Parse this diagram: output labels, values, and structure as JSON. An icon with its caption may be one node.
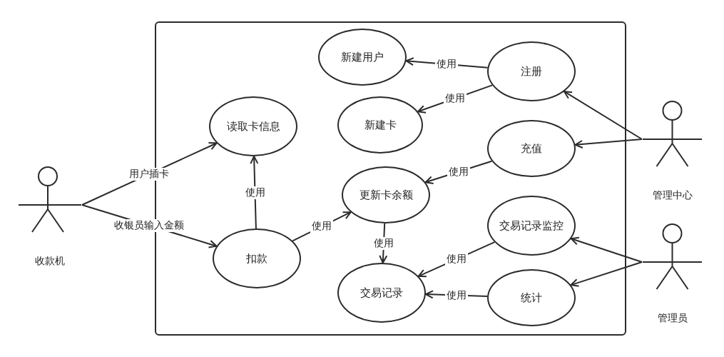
{
  "diagram": {
    "nodes": [
      {
        "text": [],
        "shape": "box"
      },
      {
        "text": [
          "收款机"
        ]
      },
      {
        "text": [
          "新建用户"
        ],
        "in": 0
      },
      {
        "text": [
          "注册"
        ],
        "in": 0
      },
      {
        "text": [
          "读取卡信息"
        ],
        "in": 0
      },
      {
        "text": [
          "新建卡"
        ],
        "in": 0
      },
      {
        "text": [
          "充值"
        ],
        "in": 0
      },
      {
        "text": [
          "更新卡余额"
        ],
        "in": 0
      },
      {
        "text": [
          "扣款"
        ],
        "in": 0
      },
      {
        "text": [
          "交易记录监控"
        ],
        "in": 0
      },
      {
        "text": [
          "交易记录"
        ],
        "in": 0
      },
      {
        "text": [
          "统计"
        ],
        "in": 0
      },
      {
        "text": [
          "管理中心"
        ]
      },
      {
        "text": [
          "管理员"
        ]
      }
    ],
    "edges": [
      {
        "from": 1,
        "to": 4,
        "arrow": "to",
        "label": "用户插卡"
      },
      {
        "from": 1,
        "to": 8,
        "arrow": "to",
        "label": "收银员输入金额"
      },
      {
        "from": 3,
        "to": 2,
        "arrow": "to",
        "label": "使用"
      },
      {
        "from": 3,
        "to": 5,
        "arrow": "to",
        "label": "使用"
      },
      {
        "from": 8,
        "to": 4,
        "arrow": "to",
        "label": "使用"
      },
      {
        "from": 8,
        "to": 7,
        "arrow": "to",
        "label": "使用"
      },
      {
        "from": 6,
        "to": 7,
        "arrow": "to",
        "label": "使用"
      },
      {
        "from": 7,
        "to": 10,
        "arrow": "to",
        "label": "使用"
      },
      {
        "from": 9,
        "to": 10,
        "arrow": "to",
        "label": "使用"
      },
      {
        "from": 11,
        "to": 10,
        "arrow": "to",
        "label": "使用"
      },
      {
        "from": 12,
        "to": 3,
        "arrow": "to"
      },
      {
        "from": 12,
        "to": 6,
        "arrow": "to"
      },
      {
        "from": 13,
        "to": 9,
        "arrow": "to"
      },
      {
        "from": 13,
        "to": 11,
        "arrow": "to"
      }
    ]
  }
}
